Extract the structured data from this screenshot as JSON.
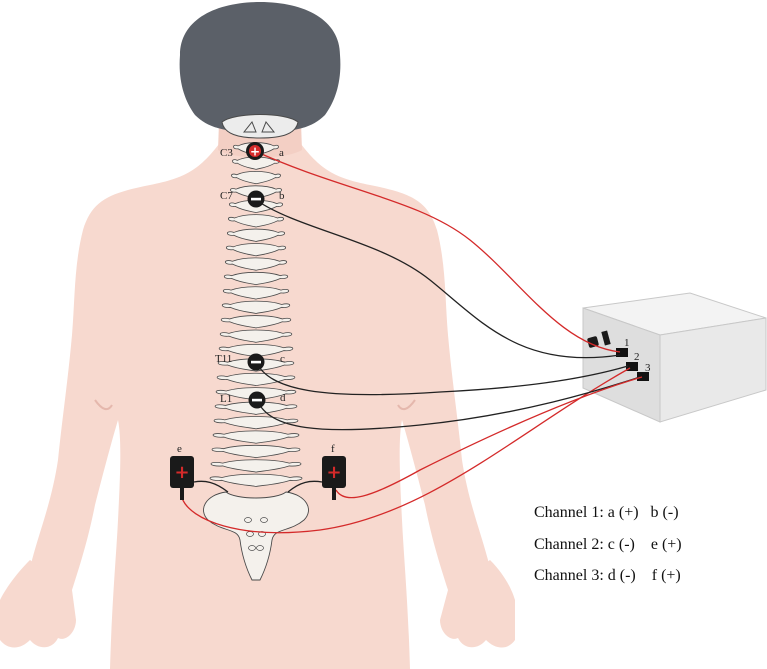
{
  "vertebra_labels": {
    "c3": "C3",
    "c7": "C7",
    "t11": "T11",
    "l1": "L1"
  },
  "electrode_letters": {
    "a": "a",
    "b": "b",
    "c": "c",
    "d": "d",
    "e": "e",
    "f": "f"
  },
  "electrode_signs": {
    "positive": "+",
    "negative": "−"
  },
  "device_ports": [
    "1",
    "2",
    "3"
  ],
  "legend": [
    "Channel 1: a (+)   b (-)",
    "Channel 2: c (-)    e (+)",
    "Channel 3: d (-)    f (+)"
  ],
  "colors": {
    "skin": "#f7d9cf",
    "hair": "#5b6068",
    "bone": "#f4f1ec",
    "bone_outline": "#4a4a4a",
    "wire_red": "#d42a2a",
    "wire_black": "#222222",
    "electrode_black": "#1a1a1a",
    "device_top": "#f3f3f3",
    "device_front": "#dedede",
    "device_side": "#e9e9e9"
  }
}
